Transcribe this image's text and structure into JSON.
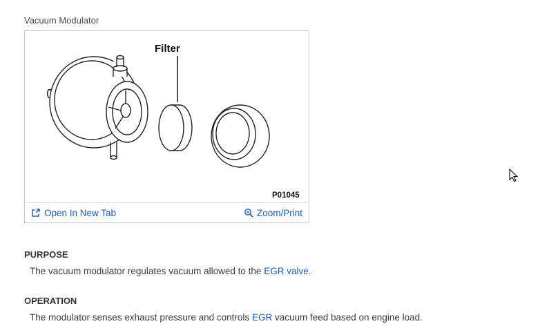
{
  "page": {
    "title": "Vacuum Modulator"
  },
  "figure": {
    "filter_label": "Filter",
    "part_number": "P01045",
    "open_in_new_tab_label": "Open In New Tab",
    "zoom_print_label": "Zoom/Print",
    "icons": [
      "open-in-new-tab-icon",
      "zoom-magnifier-icon"
    ],
    "drawing_description": "Exploded line drawing of vacuum modulator: diaphragm body with ports, filter disc, end cap"
  },
  "sections": [
    {
      "heading": "PURPOSE",
      "text_before": "The vacuum modulator regulates vacuum allowed to the ",
      "link": "EGR valve",
      "text_after": "."
    },
    {
      "heading": "OPERATION",
      "text_before": "The modulator senses exhaust pressure and controls ",
      "link": "EGR",
      "text_after": " vacuum feed based on engine load."
    }
  ],
  "colors": {
    "link": "#1a5bb0",
    "text": "#333333",
    "border": "#c9c9c9"
  }
}
